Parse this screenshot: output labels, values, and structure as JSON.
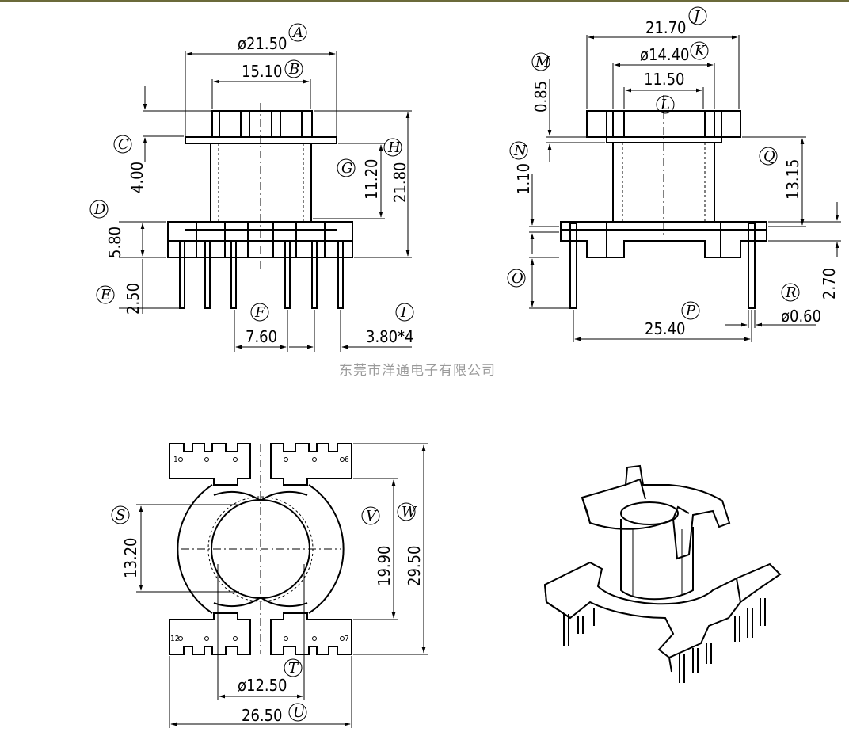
{
  "title_bar_color": "#6b6a3a",
  "watermark": "东莞市洋通电子有限公司",
  "views": {
    "front": {
      "dims": {
        "A": "ø21.50",
        "B": "15.10",
        "C": "4.00",
        "D": "5.80",
        "E": "2.50",
        "F": "7.60",
        "G": "11.20",
        "H": "21.80",
        "I": "3.80*4"
      }
    },
    "side": {
      "dims": {
        "J": "21.70",
        "K": "ø14.40",
        "L": "11.50",
        "M": "0.85",
        "N": "1.10",
        "O": "",
        "P": "25.40",
        "Q": "13.15",
        "R": "ø0.60",
        "R2": "2.70"
      }
    },
    "top": {
      "dims": {
        "S": "13.20",
        "T": "ø12.50",
        "U": "26.50",
        "V": "19.90",
        "W": "29.50"
      },
      "pins": {
        "p1": "1",
        "p6": "6",
        "p7": "7",
        "p12": "12"
      }
    }
  },
  "tags": {
    "A": "A",
    "B": "B",
    "C": "C",
    "D": "D",
    "E": "E",
    "F": "F",
    "G": "G",
    "H": "H",
    "I": "I",
    "J": "J",
    "K": "K",
    "L": "L",
    "M": "M",
    "N": "N",
    "O": "O",
    "P": "P",
    "Q": "Q",
    "R": "R",
    "S": "S",
    "T": "T",
    "U": "U",
    "V": "V",
    "W": "W"
  }
}
